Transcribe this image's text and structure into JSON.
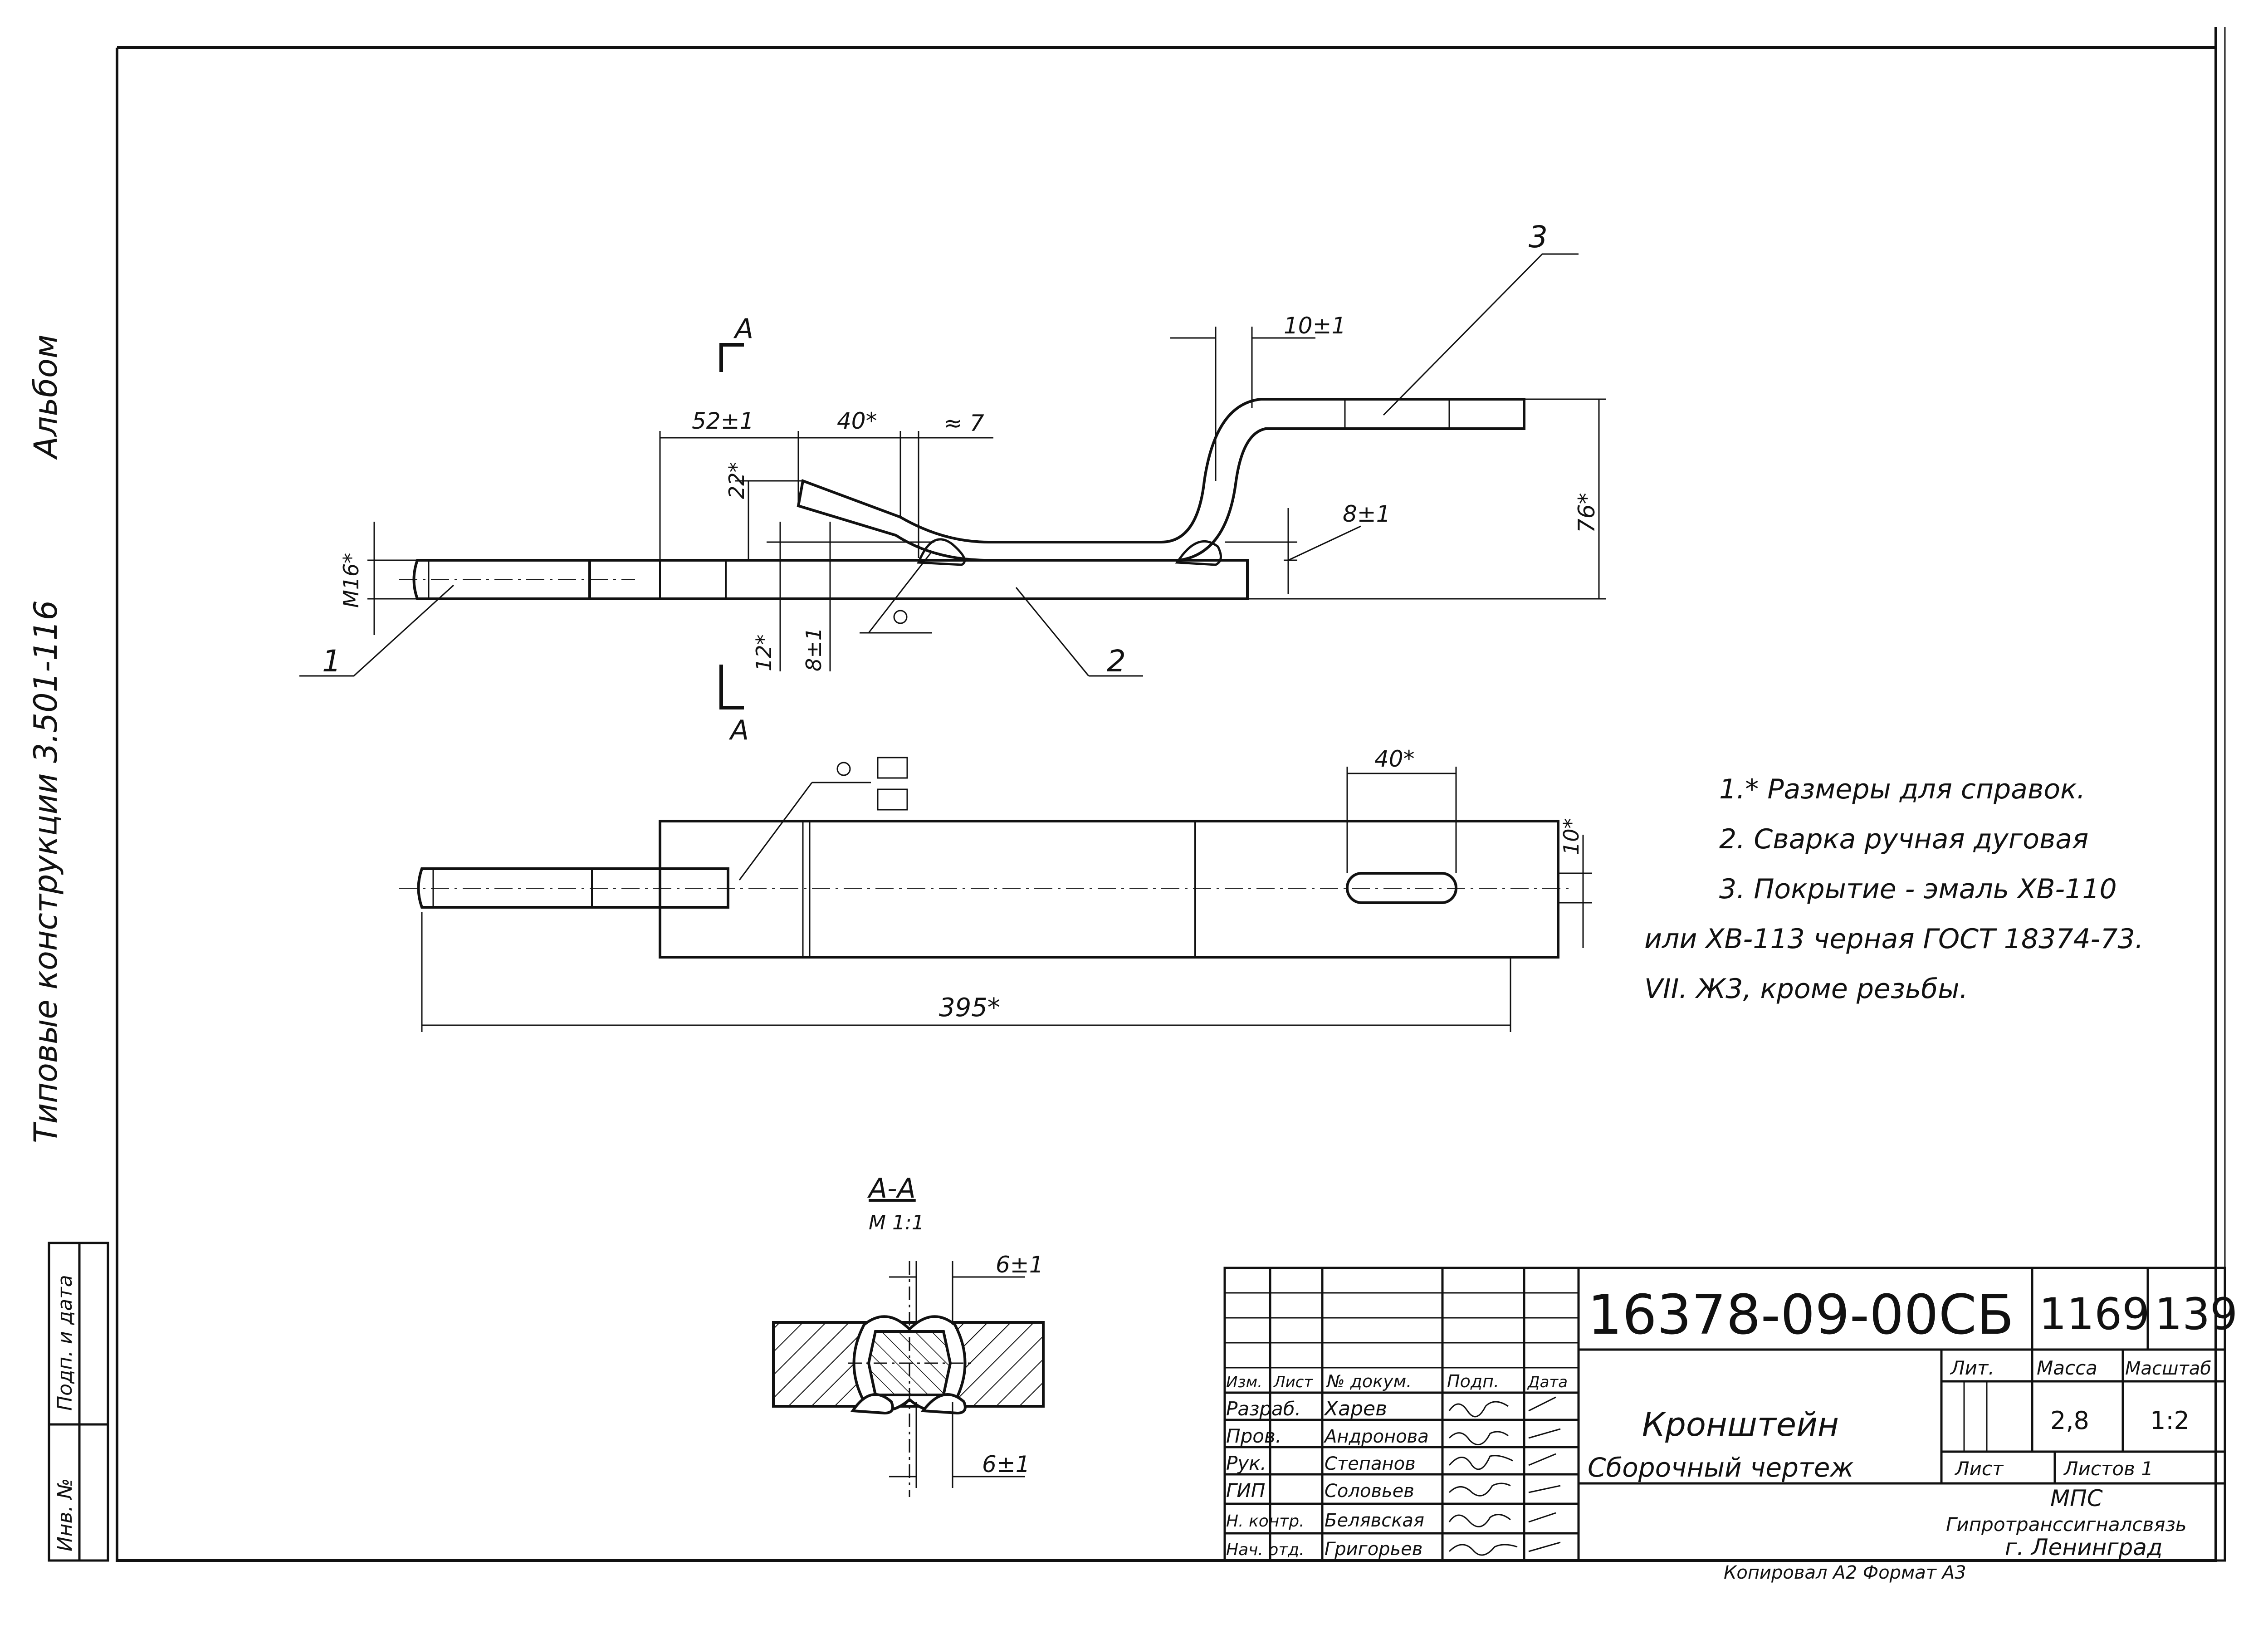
{
  "side_text": {
    "album": "Альбом",
    "series": "Типовые конструкции 3.501-116"
  },
  "side_stamp": {
    "sign_date": "Подп. и дата",
    "inv_no": "Инв. №"
  },
  "views": {
    "section_mark": "A",
    "section_title": "A-A",
    "section_scale": "M 1:1"
  },
  "leaders": {
    "part1": "1",
    "part2": "2",
    "part3": "3"
  },
  "dims": {
    "d52": "52±1",
    "d40": "40*",
    "d7": "≈ 7",
    "d22": "22*",
    "dM16": "M16*",
    "d12": "12*",
    "d8a": "8±1",
    "d10": "10±1",
    "d8b": "8±1",
    "d76": "76*",
    "d40b": "40*",
    "d10b": "10*",
    "d395": "395*",
    "d6a": "6±1",
    "d6b": "6±1"
  },
  "notes": [
    "1.* Размеры для справок.",
    "2. Сварка ручная дуговая",
    "3. Покрытие - эмаль ХВ-110",
    "или ХВ-113 черная ГОСТ 18374-73.",
    "VII. Ж3, кроме резьбы."
  ],
  "title_block": {
    "doc_number": "16378-09-00СБ",
    "code1": "1169",
    "code2": "139",
    "head_izm": "Изм.",
    "head_list": "Лист",
    "head_doc": "№ докум.",
    "head_sign": "Подп.",
    "head_date": "Дата",
    "roles": [
      "Разраб.",
      "Пров.",
      "Рук.",
      "ГИП",
      "Н. контр.",
      "Нач. отд."
    ],
    "names": [
      "Харев",
      "Андронова",
      "Степанов",
      "Соловьев",
      "Белявская",
      "Григорьев"
    ],
    "item_name": "Кронштейн",
    "doc_type": "Сборочный чертеж",
    "lit_label": "Лит.",
    "mass_label": "Масса",
    "scale_label": "Масштаб",
    "mass": "2,8",
    "scale": "1:2",
    "sheet_label": "Лист",
    "sheets_label": "Листов 1",
    "org1": "МПС",
    "org2": "Гипротранссигналсвязь",
    "org3": "г. Ленинград",
    "bottom_text": "Копировал   А2         Формат  А3"
  }
}
